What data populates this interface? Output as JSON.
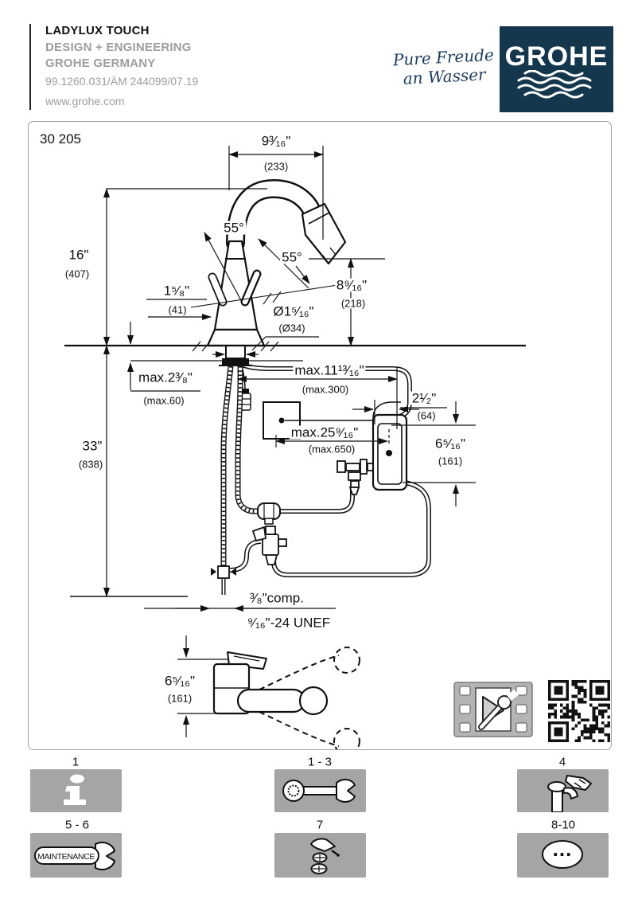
{
  "header": {
    "title": "LADYLUX TOUCH",
    "subtitle1": "DESIGN + ENGINEERING",
    "subtitle2": "GROHE GERMANY",
    "doc_code": "99.1260.031/ÄM 244099/07.19",
    "website": "www.grohe.com",
    "slogan_line1": "Pure Freude",
    "slogan_line2": "an Wasser",
    "brand": "GROHE",
    "brand_color": "#14374e"
  },
  "drawing": {
    "product_number": "30 205",
    "dims": {
      "spout_reach": {
        "in": "9³⁄₁₆\"",
        "mm": "(233)"
      },
      "height": {
        "in": "16\"",
        "mm": "(407)"
      },
      "swing_left": "55°",
      "swing_right": "55°",
      "base_width": {
        "in": "1⁵⁄₈\"",
        "mm": "(41)"
      },
      "outlet_height": {
        "in": "8⁹⁄₁₆\"",
        "mm": "(218)"
      },
      "hole_diameter": {
        "in": "Ø1⁵⁄₁₆\"",
        "mm": "(Ø34)"
      },
      "deck_thickness": {
        "in": "max.2³⁄₈\"",
        "mm": "(max.60)"
      },
      "box_distance": {
        "in": "max.11¹³⁄₁₆\"",
        "mm": "(max.300)"
      },
      "wall_distance": {
        "in": "2¹⁄₂\"",
        "mm": "(64)"
      },
      "hose_length": {
        "in": "max.25⁹⁄₁₆\"",
        "mm": "(max.650)"
      },
      "unit_height": {
        "in": "6⁵⁄₁₆\"",
        "mm": "(161)"
      },
      "supply_height": {
        "in": "33\"",
        "mm": "(838)"
      },
      "comp_fitting": "³⁄₈\"comp.",
      "thread": "⁹⁄₁₆\"-24 UNEF",
      "base_depth": {
        "in": "6⁵⁄₁₆\"",
        "mm": "(161)"
      }
    },
    "media": {
      "video_icon": "film-strip-wrench-icon",
      "qr_icon": "qr-code"
    }
  },
  "footer": {
    "items": [
      {
        "label": "1",
        "icon": "info-icon"
      },
      {
        "label": "1 - 3",
        "icon": "wrench-icon"
      },
      {
        "label": "4",
        "icon": "faucet-cleaning-icon"
      },
      {
        "label": "5 - 6",
        "icon": "maintenance-wrench-icon",
        "text": "MAINTENANCE"
      },
      {
        "label": "7",
        "icon": "cartridge-exploded-icon"
      },
      {
        "label": "8-10",
        "icon": "ellipsis-bubble-icon",
        "text": "..."
      }
    ]
  }
}
